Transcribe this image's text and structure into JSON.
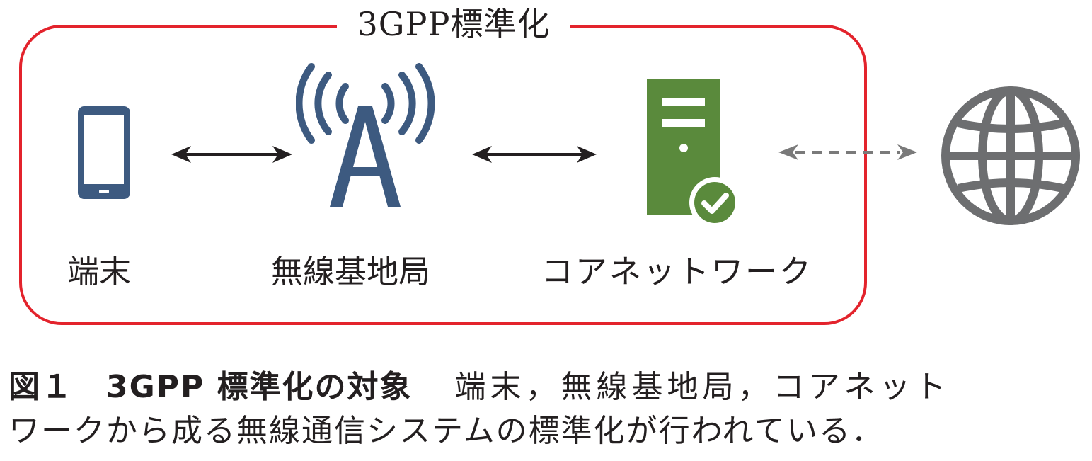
{
  "diagram": {
    "frame_title": "3GPP標準化",
    "nodes": {
      "terminal": "端末",
      "base_station": "無線基地局",
      "core_network": "コアネットワーク"
    },
    "colors": {
      "frame": "#e3232c",
      "device_blue": "#3d5a80",
      "server_green": "#5a8a3c",
      "globe_gray": "#6d6e70",
      "arrow_black": "#231f20",
      "arrow_gray": "#7a7a7a"
    },
    "icons": [
      "smartphone-icon",
      "antenna-tower-icon",
      "server-check-icon",
      "globe-icon"
    ]
  },
  "caption": {
    "heading": "図１　3GPP 標準化の対象",
    "line1_body": "端末，無線基地局，コアネット",
    "line2": "ワークから成る無線通信システムの標準化が行われている．"
  }
}
